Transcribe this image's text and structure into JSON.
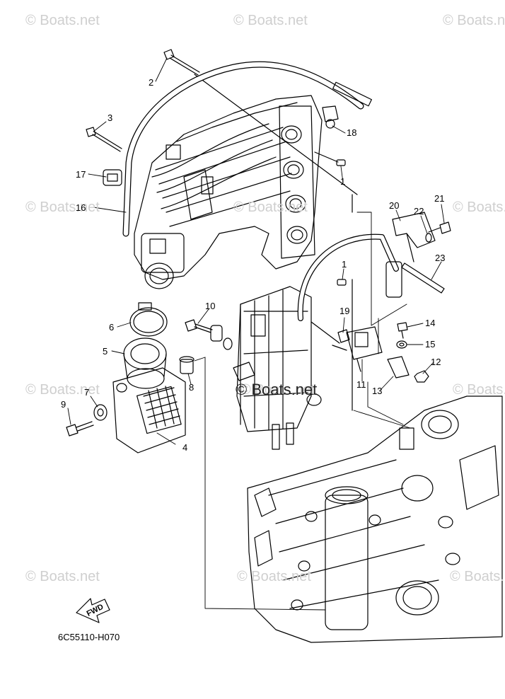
{
  "watermarks": [
    "© Boats.net",
    "© Boats.net",
    "© Boats.net",
    "© Boats.net",
    "© Boats.net",
    "© Boats.net",
    "© Boats.net",
    "© Boats.net",
    "© Boats.net",
    "© Boats.net",
    "© Boats.net",
    "© Boats.net"
  ],
  "center_watermark": "© Boats.net",
  "callouts": [
    "1",
    "1",
    "2",
    "3",
    "4",
    "5",
    "6",
    "7",
    "8",
    "9",
    "10",
    "11",
    "12",
    "13",
    "14",
    "15",
    "16",
    "17",
    "18",
    "19",
    "20",
    "21",
    "22",
    "23"
  ],
  "fwd_label": "FWD",
  "diagram_code": "6C55110-H070"
}
